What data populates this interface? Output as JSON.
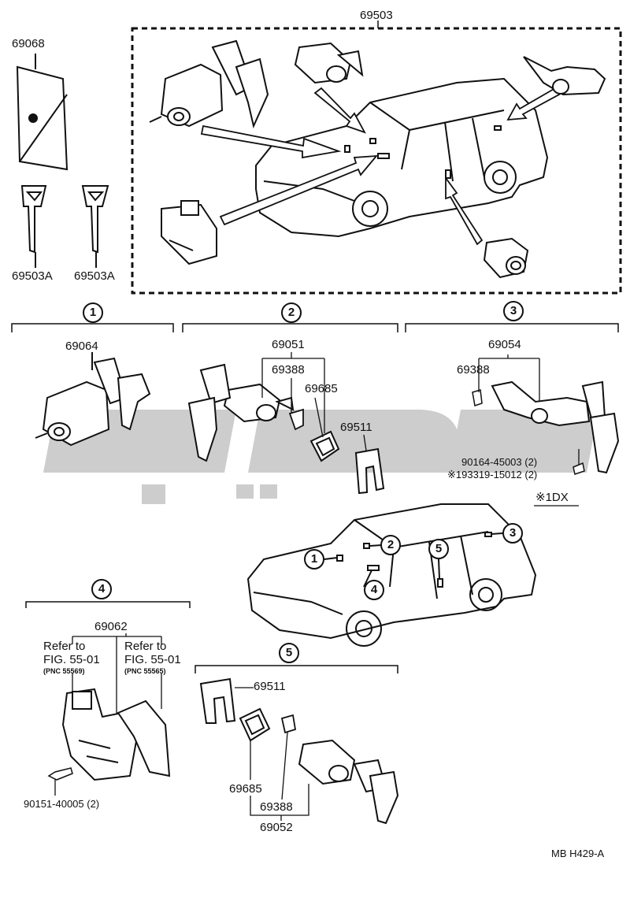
{
  "top_group": {
    "part_69503": "69503",
    "part_69068": "69068",
    "key_left": "69503A",
    "key_right": "69503A"
  },
  "callouts": [
    "1",
    "2",
    "3",
    "4",
    "5"
  ],
  "section_1": {
    "part": "69064"
  },
  "section_2": {
    "part_69051": "69051",
    "part_69388": "69388",
    "part_69685": "69685",
    "part_69511": "69511"
  },
  "section_3": {
    "part_69054": "69054",
    "part_69388": "69388",
    "bolt_a": "90164-45003 (2)",
    "bolt_b": "※193319-15012 (2)",
    "note": "※1DX"
  },
  "section_4": {
    "part_69062": "69062",
    "ref_left_line1": "Refer to",
    "ref_left_line2": "FIG. 55-01",
    "ref_left_pnc": "(PNC 55569)",
    "ref_right_line1": "Refer to",
    "ref_right_line2": "FIG. 55-01",
    "ref_right_pnc": "(PNC 55565)",
    "bolt": "90151-40005 (2)"
  },
  "section_5": {
    "part_69511": "69511",
    "part_69685": "69685",
    "part_69388": "69388",
    "part_69052": "69052"
  },
  "footer": {
    "code": "MB H429-A"
  },
  "colors": {
    "ink": "#111111",
    "watermark": "#c8c8c8"
  }
}
